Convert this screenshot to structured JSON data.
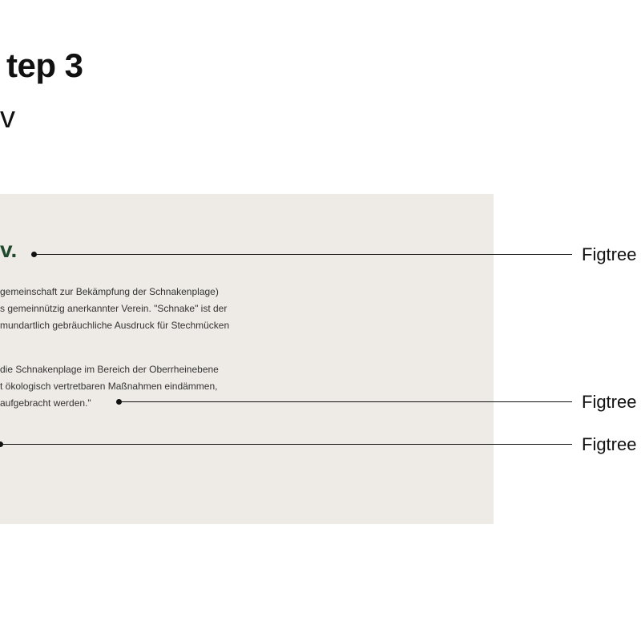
{
  "header": {
    "title": "tep 3",
    "subtitle": "v"
  },
  "card": {
    "title": "v.",
    "paragraph1": [
      "gemeinschaft zur Bekämpfung der Schnakenplage)",
      "s gemeinnützig anerkannter Verein. \"Schnake\" ist der",
      " mundartlich gebräuchliche Ausdruck für Stechmücken"
    ],
    "paragraph2": [
      "die Schnakenplage im Bereich der Oberrheinebene",
      "t ökologisch vertretbaren Maßnahmen eindämmen,",
      " aufgebracht werden.\""
    ]
  },
  "callouts": [
    {
      "label": "Figtree"
    },
    {
      "label": "Figtree"
    },
    {
      "label": "Figtree"
    }
  ],
  "colors": {
    "card_background": "#eeeae6",
    "title_green": "#1f4a2c",
    "text": "#111111"
  }
}
